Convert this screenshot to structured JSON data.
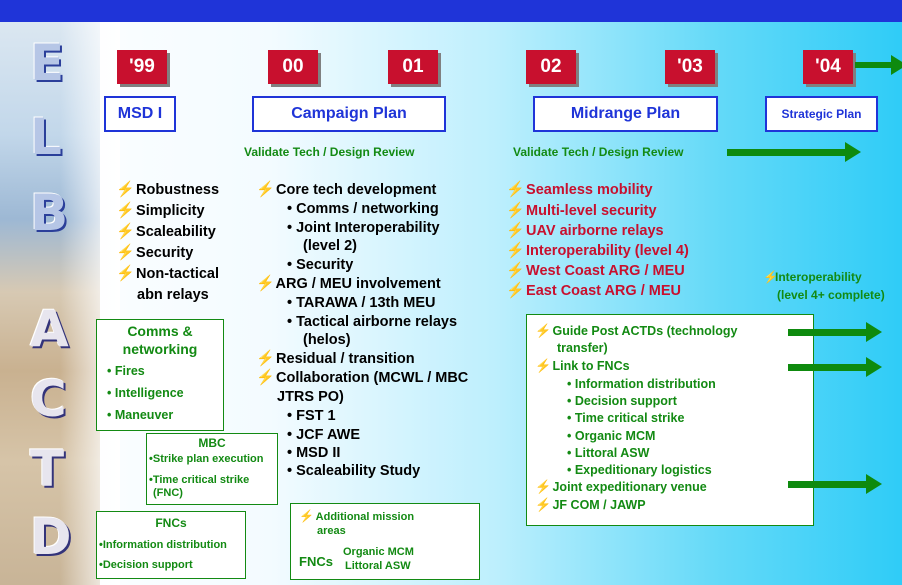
{
  "side_letters": [
    "E",
    "L",
    "B",
    "A",
    "C",
    "T",
    "D"
  ],
  "years": [
    "'99",
    "00",
    "01",
    "02",
    "'03",
    "'04"
  ],
  "phases": {
    "msd1": "MSD I",
    "campaign": "Campaign Plan",
    "midrange": "Midrange Plan",
    "strategic": "Strategic Plan"
  },
  "validate": {
    "left": "Validate Tech / Design Review",
    "right": "Validate Tech / Design Review"
  },
  "col1": [
    "Robustness",
    "Simplicity",
    "Scaleability",
    "Security",
    "Non-tactical",
    "abn relays"
  ],
  "col2": [
    "Core tech development",
    "• Comms / networking",
    "• Joint Interoperability",
    "(level 2)",
    "• Security",
    "ARG / MEU involvement",
    "• TARAWA / 13th MEU",
    "• Tactical airborne relays",
    "(helos)",
    "Residual / transition",
    "Collaboration (MCWL / MBC",
    "JTRS PO)",
    "• FST 1",
    "• JCF AWE",
    "• MSD II",
    "• Scaleability Study"
  ],
  "col3": [
    "Seamless mobility",
    "Multi-level security",
    "UAV airborne relays",
    "Interoperability (level 4)",
    "West Coast ARG /  MEU",
    "East Coast ARG / MEU"
  ],
  "interop_note": [
    "Interoperability",
    "(level 4+ complete)"
  ],
  "comms_box": {
    "title1": "Comms &",
    "title2": "networking",
    "items": [
      "Fires",
      "Intelligence",
      "Maneuver"
    ]
  },
  "mbc_box": {
    "title": "MBC",
    "items": [
      "•Strike plan execution",
      "•Time critical strike",
      "(FNC)"
    ]
  },
  "fncs_box": {
    "title": "FNCs",
    "items": [
      "•Information distribution",
      "•Decision support"
    ]
  },
  "mission_box": {
    "line1": "Additional mission",
    "line2": "areas",
    "fncs": "FNCs",
    "items": [
      "Organic MCM",
      "Littoral ASW"
    ]
  },
  "right_box": [
    "Guide Post ACTDs (technology",
    "transfer)",
    "Link to FNCs",
    "• Information distribution",
    "• Decision support",
    "• Time critical strike",
    "• Organic MCM",
    "• Littoral ASW",
    "• Expeditionary logistics",
    "Joint expeditionary venue",
    "JF COM  / JAWP"
  ],
  "colors": {
    "accent_blue": "#1f34d8",
    "red": "#c8102e",
    "green": "#138a13",
    "bolt": "#f7c200"
  }
}
